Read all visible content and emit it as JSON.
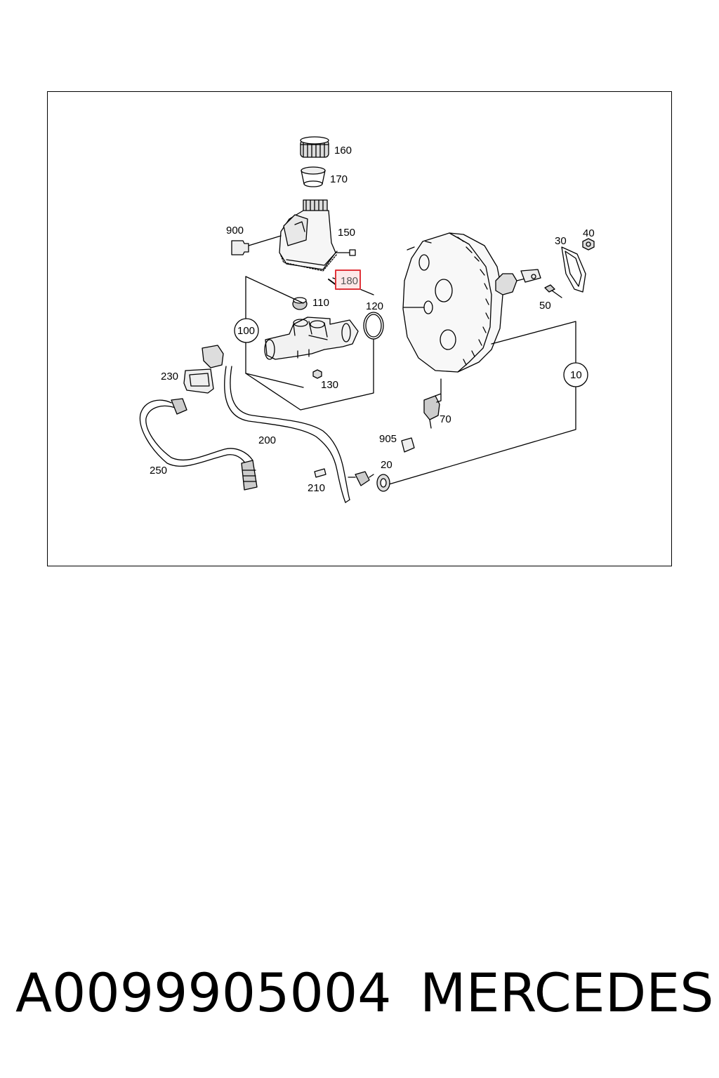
{
  "diagram": {
    "callouts": {
      "c10": "10",
      "c20": "20",
      "c30": "30",
      "c40": "40",
      "c50": "50",
      "c70": "70",
      "c100": "100",
      "c110": "110",
      "c120": "120",
      "c130": "130",
      "c150": "150",
      "c160": "160",
      "c170": "170",
      "c180": "180",
      "c200": "200",
      "c210": "210",
      "c230": "230",
      "c250": "250",
      "c900": "900",
      "c905": "905"
    },
    "highlighted_callout": "180",
    "highlight_color": "#e0343a",
    "group_line_color": "#2b2b8f"
  },
  "caption": {
    "part_number": "A0099905004",
    "brand": "MERCEDES"
  }
}
